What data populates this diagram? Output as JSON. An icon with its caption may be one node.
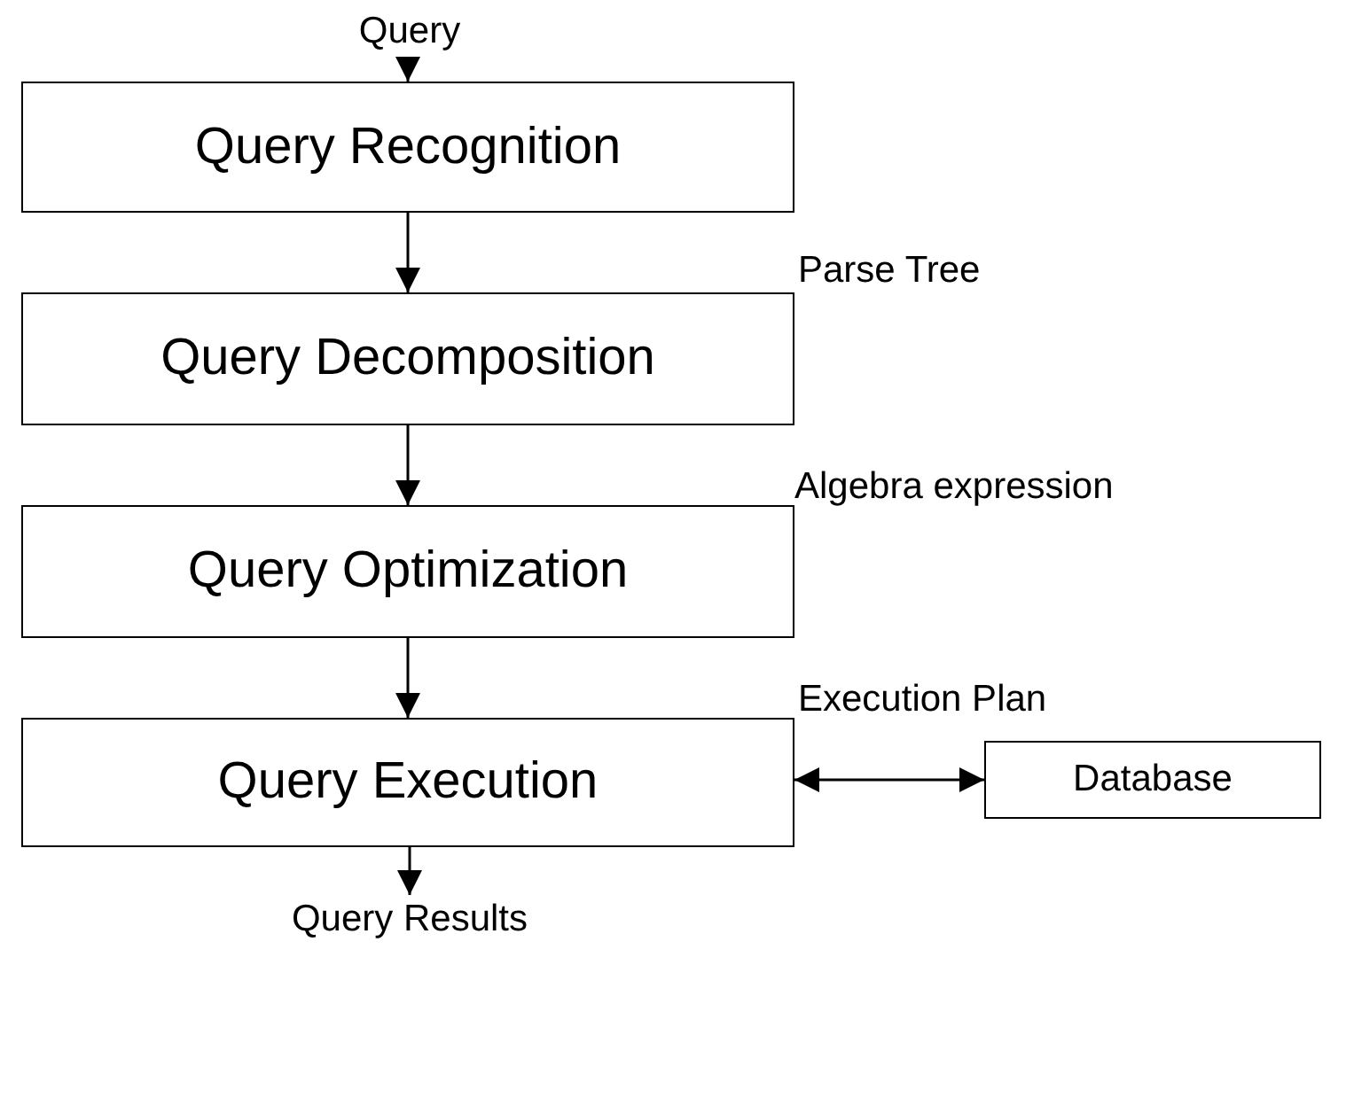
{
  "diagram": {
    "nodes": [
      {
        "text": [
          "Query"
        ]
      },
      {
        "text": [
          "Query Recognition"
        ]
      },
      {
        "text": [
          "Query Decomposition"
        ]
      },
      {
        "text": [
          "Query Optimization"
        ]
      },
      {
        "text": [
          "Query Execution"
        ]
      },
      {
        "text": [
          "Database"
        ]
      },
      {
        "text": [
          "Query Results"
        ]
      }
    ],
    "edges": [
      {
        "from": 0,
        "to": 1,
        "arrow": "to"
      },
      {
        "from": 1,
        "to": 2,
        "arrow": "to"
      },
      {
        "from": 2,
        "to": 3,
        "arrow": "to"
      },
      {
        "from": 3,
        "to": 4,
        "arrow": "to"
      },
      {
        "from": 4,
        "to": 5,
        "arrow": "both"
      },
      {
        "from": 4,
        "to": 6,
        "arrow": "to"
      }
    ],
    "labels": [
      "Parse Tree",
      "Algebra expression",
      "Execution Plan"
    ]
  }
}
